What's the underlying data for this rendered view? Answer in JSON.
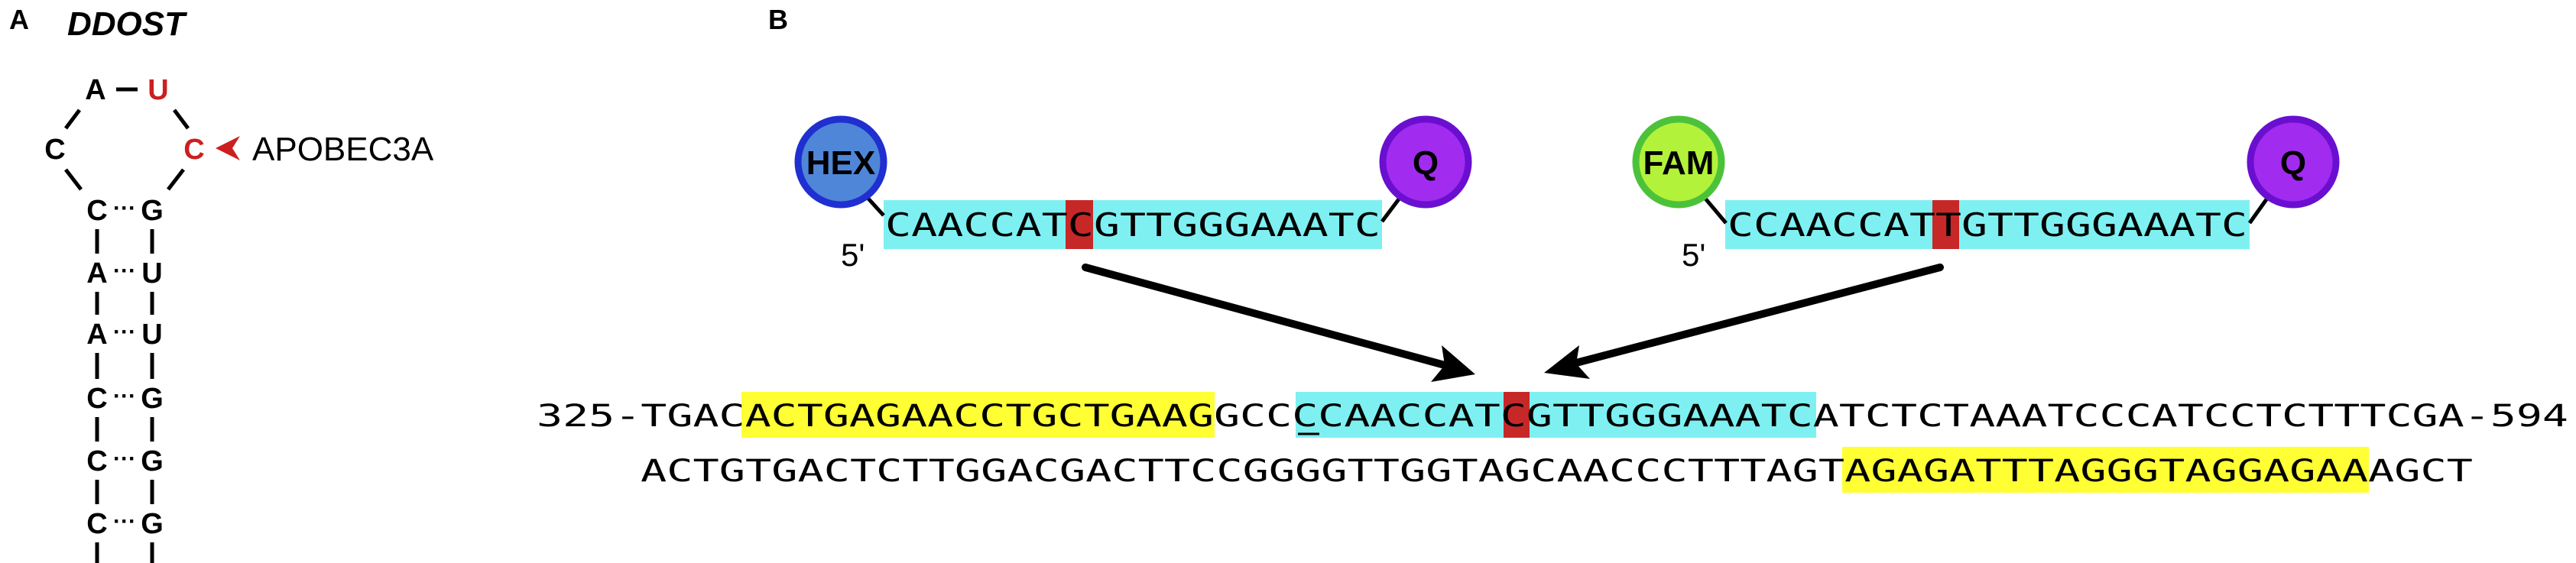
{
  "panel_a": {
    "label": "A",
    "gene": "DDOST",
    "loop": {
      "top_left": "A",
      "top_right": "U",
      "left": "C",
      "right": "C"
    },
    "enzyme": "APOBEC3A",
    "stem_pairs": [
      {
        "left": "C",
        "right": "G"
      },
      {
        "left": "A",
        "right": "U"
      },
      {
        "left": "A",
        "right": "U"
      },
      {
        "left": "C",
        "right": "G"
      },
      {
        "left": "C",
        "right": "G"
      },
      {
        "left": "C",
        "right": "G"
      }
    ]
  },
  "panel_b": {
    "label": "B",
    "probe_1": {
      "fluor": "HEX",
      "quencher": "Q",
      "five_prime": "5'",
      "seq_before": "CAACCAT",
      "target": "C",
      "seq_after": "GTTGGGAAATC"
    },
    "probe_2": {
      "fluor": "FAM",
      "quencher": "Q",
      "five_prime": "5'",
      "seq_before": "CCAACCAT",
      "target": "T",
      "seq_after": "GTTGGGAAATC"
    },
    "top_strand": {
      "prefix": "325-TGAC",
      "primer": "ACTGAGAACCTGCTGAAG",
      "gap": "GCC",
      "probe_underlined": "C",
      "probe_before": "CAACCAT",
      "target": "C",
      "probe_after": "GTTGGGAAATC",
      "suffix": "ATCTCTAAATCCCATCCTCTTTCGA-594"
    },
    "bottom_strand": {
      "prefix": "ACTGTGACTCTTGGACGACTTCCGGGGTTGGTAGCAACCCTTTAGT",
      "primer": "AGAGATTTAGGGTAGGAGAA",
      "suffix": "AGCT"
    }
  },
  "colors": {
    "red": "#cc1f1f",
    "target_box": "#c62828",
    "probe_highlight": "#7ef0f2",
    "primer_highlight": "#ffff33",
    "hex_fill": "#4f86d8",
    "hex_ring": "#1f2fd0",
    "fam_fill": "#b3f23a",
    "fam_ring": "#4cc23a",
    "quencher_fill": "#a22bf0",
    "quencher_ring": "#6a0fd0"
  }
}
